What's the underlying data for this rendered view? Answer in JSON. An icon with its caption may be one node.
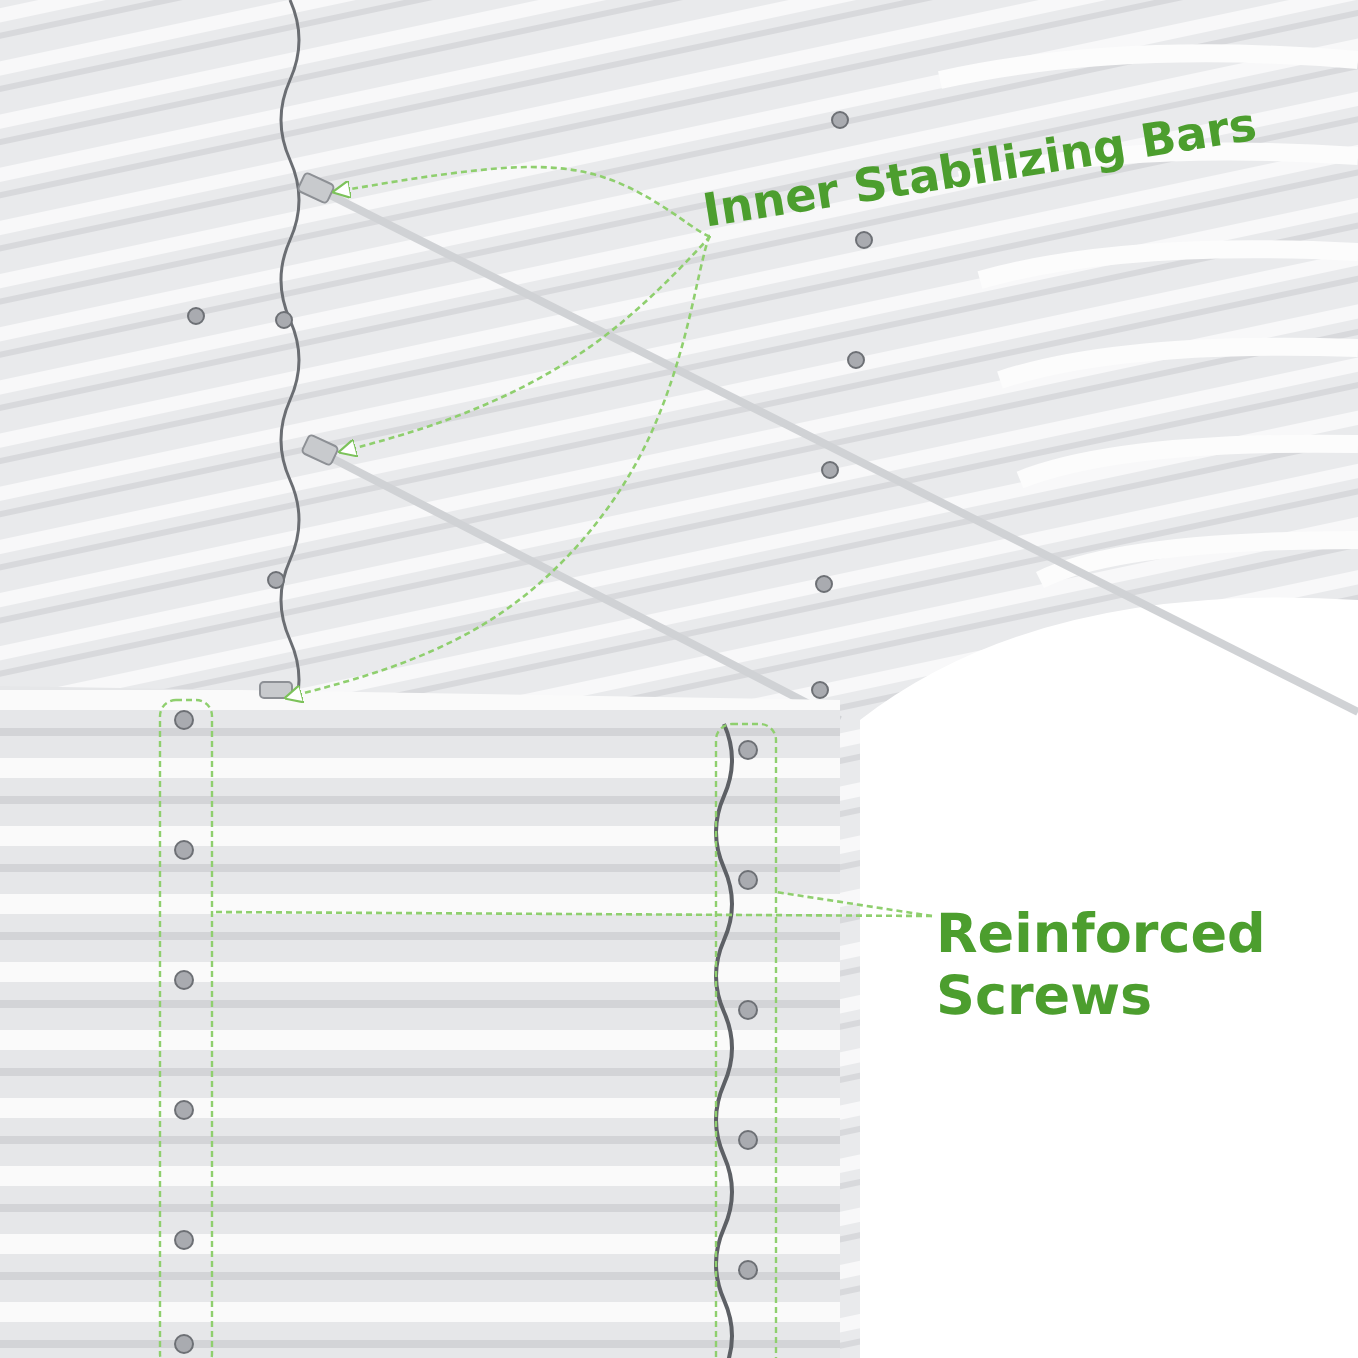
{
  "diagram": {
    "nodes": [
      {
        "text": [
          "Inner Stabilizing Bars"
        ]
      },
      {
        "text": [],
        "shape": "bar"
      },
      {
        "text": [],
        "shape": "bar"
      },
      {
        "text": [],
        "shape": "bar"
      },
      {
        "text": [
          "Reinforced Screws"
        ]
      },
      {
        "text": [],
        "shape": "box"
      },
      {
        "text": [],
        "shape": "box"
      }
    ],
    "edges": [
      {
        "from": 0,
        "to": 1,
        "arrow": "to",
        "style": "dashed"
      },
      {
        "from": 0,
        "to": 2,
        "arrow": "to",
        "style": "dashed"
      },
      {
        "from": 0,
        "to": 3,
        "arrow": "to",
        "style": "dashed"
      },
      {
        "from": 4,
        "to": 5,
        "arrow": "none",
        "style": "dashed"
      },
      {
        "from": 4,
        "to": 6,
        "arrow": "none",
        "style": "dashed"
      }
    ]
  }
}
